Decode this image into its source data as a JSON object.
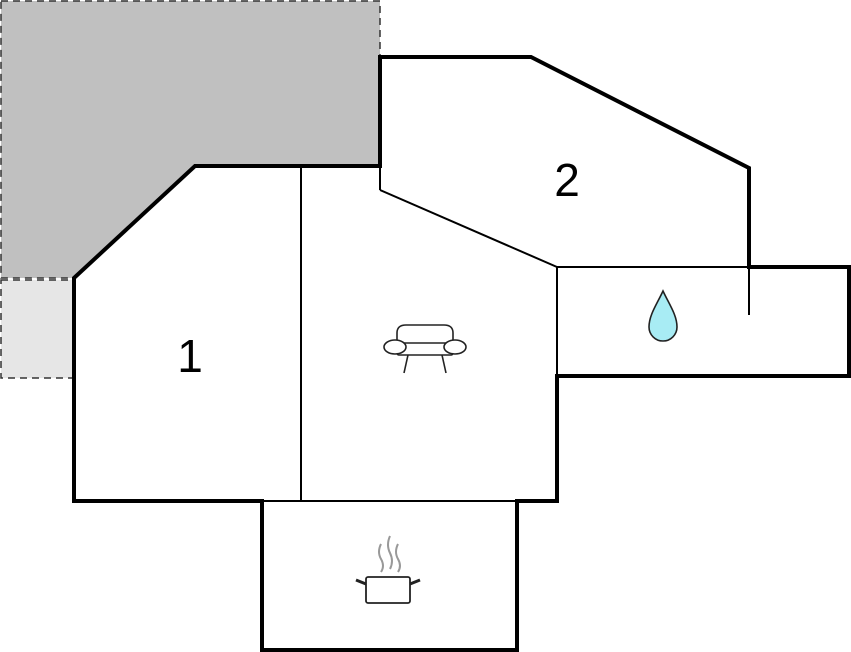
{
  "floorplan": {
    "rooms": [
      {
        "id": "room-1",
        "label": "1"
      },
      {
        "id": "room-2",
        "label": "2"
      }
    ],
    "fixtures": [
      {
        "id": "living",
        "icon": "sofa-icon"
      },
      {
        "id": "bathroom",
        "icon": "water-drop-icon"
      },
      {
        "id": "kitchen",
        "icon": "cooking-pot-icon"
      }
    ],
    "colors": {
      "wall": "#000000",
      "terrace": "#c0c0c0",
      "terrace_light": "#e6e6e6",
      "water": "#a8ecf4",
      "steam": "#999999"
    }
  }
}
